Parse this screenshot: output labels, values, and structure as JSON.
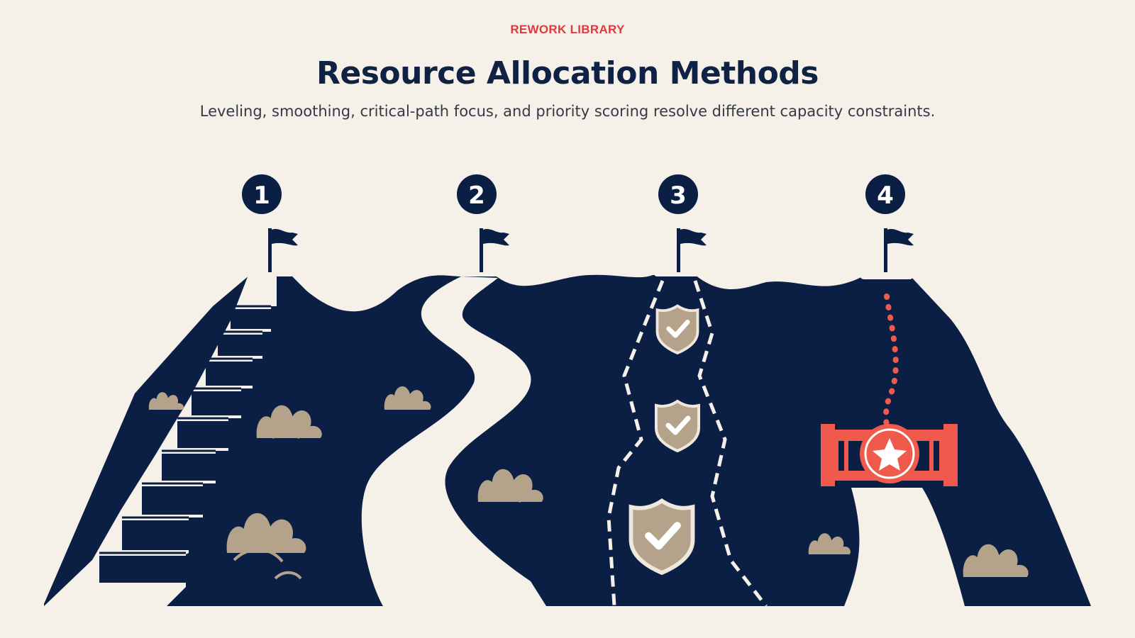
{
  "header": {
    "eyebrow": "REWORK LIBRARY",
    "title": "Resource Allocation Methods",
    "subtitle": "Leveling, smoothing, critical-path focus, and priority scoring resolve different capacity constraints."
  },
  "steps": [
    {
      "number": "1",
      "icon": "staircase-icon"
    },
    {
      "number": "2",
      "icon": "winding-path-icon"
    },
    {
      "number": "3",
      "icon": "shield-checkpoints-icon"
    },
    {
      "number": "4",
      "icon": "priority-gate-icon"
    }
  ],
  "colors": {
    "navy": "#0b1f45",
    "cream": "#f5f1e9",
    "accent_red": "#ef5a4c",
    "taupe": "#b4a28a"
  }
}
